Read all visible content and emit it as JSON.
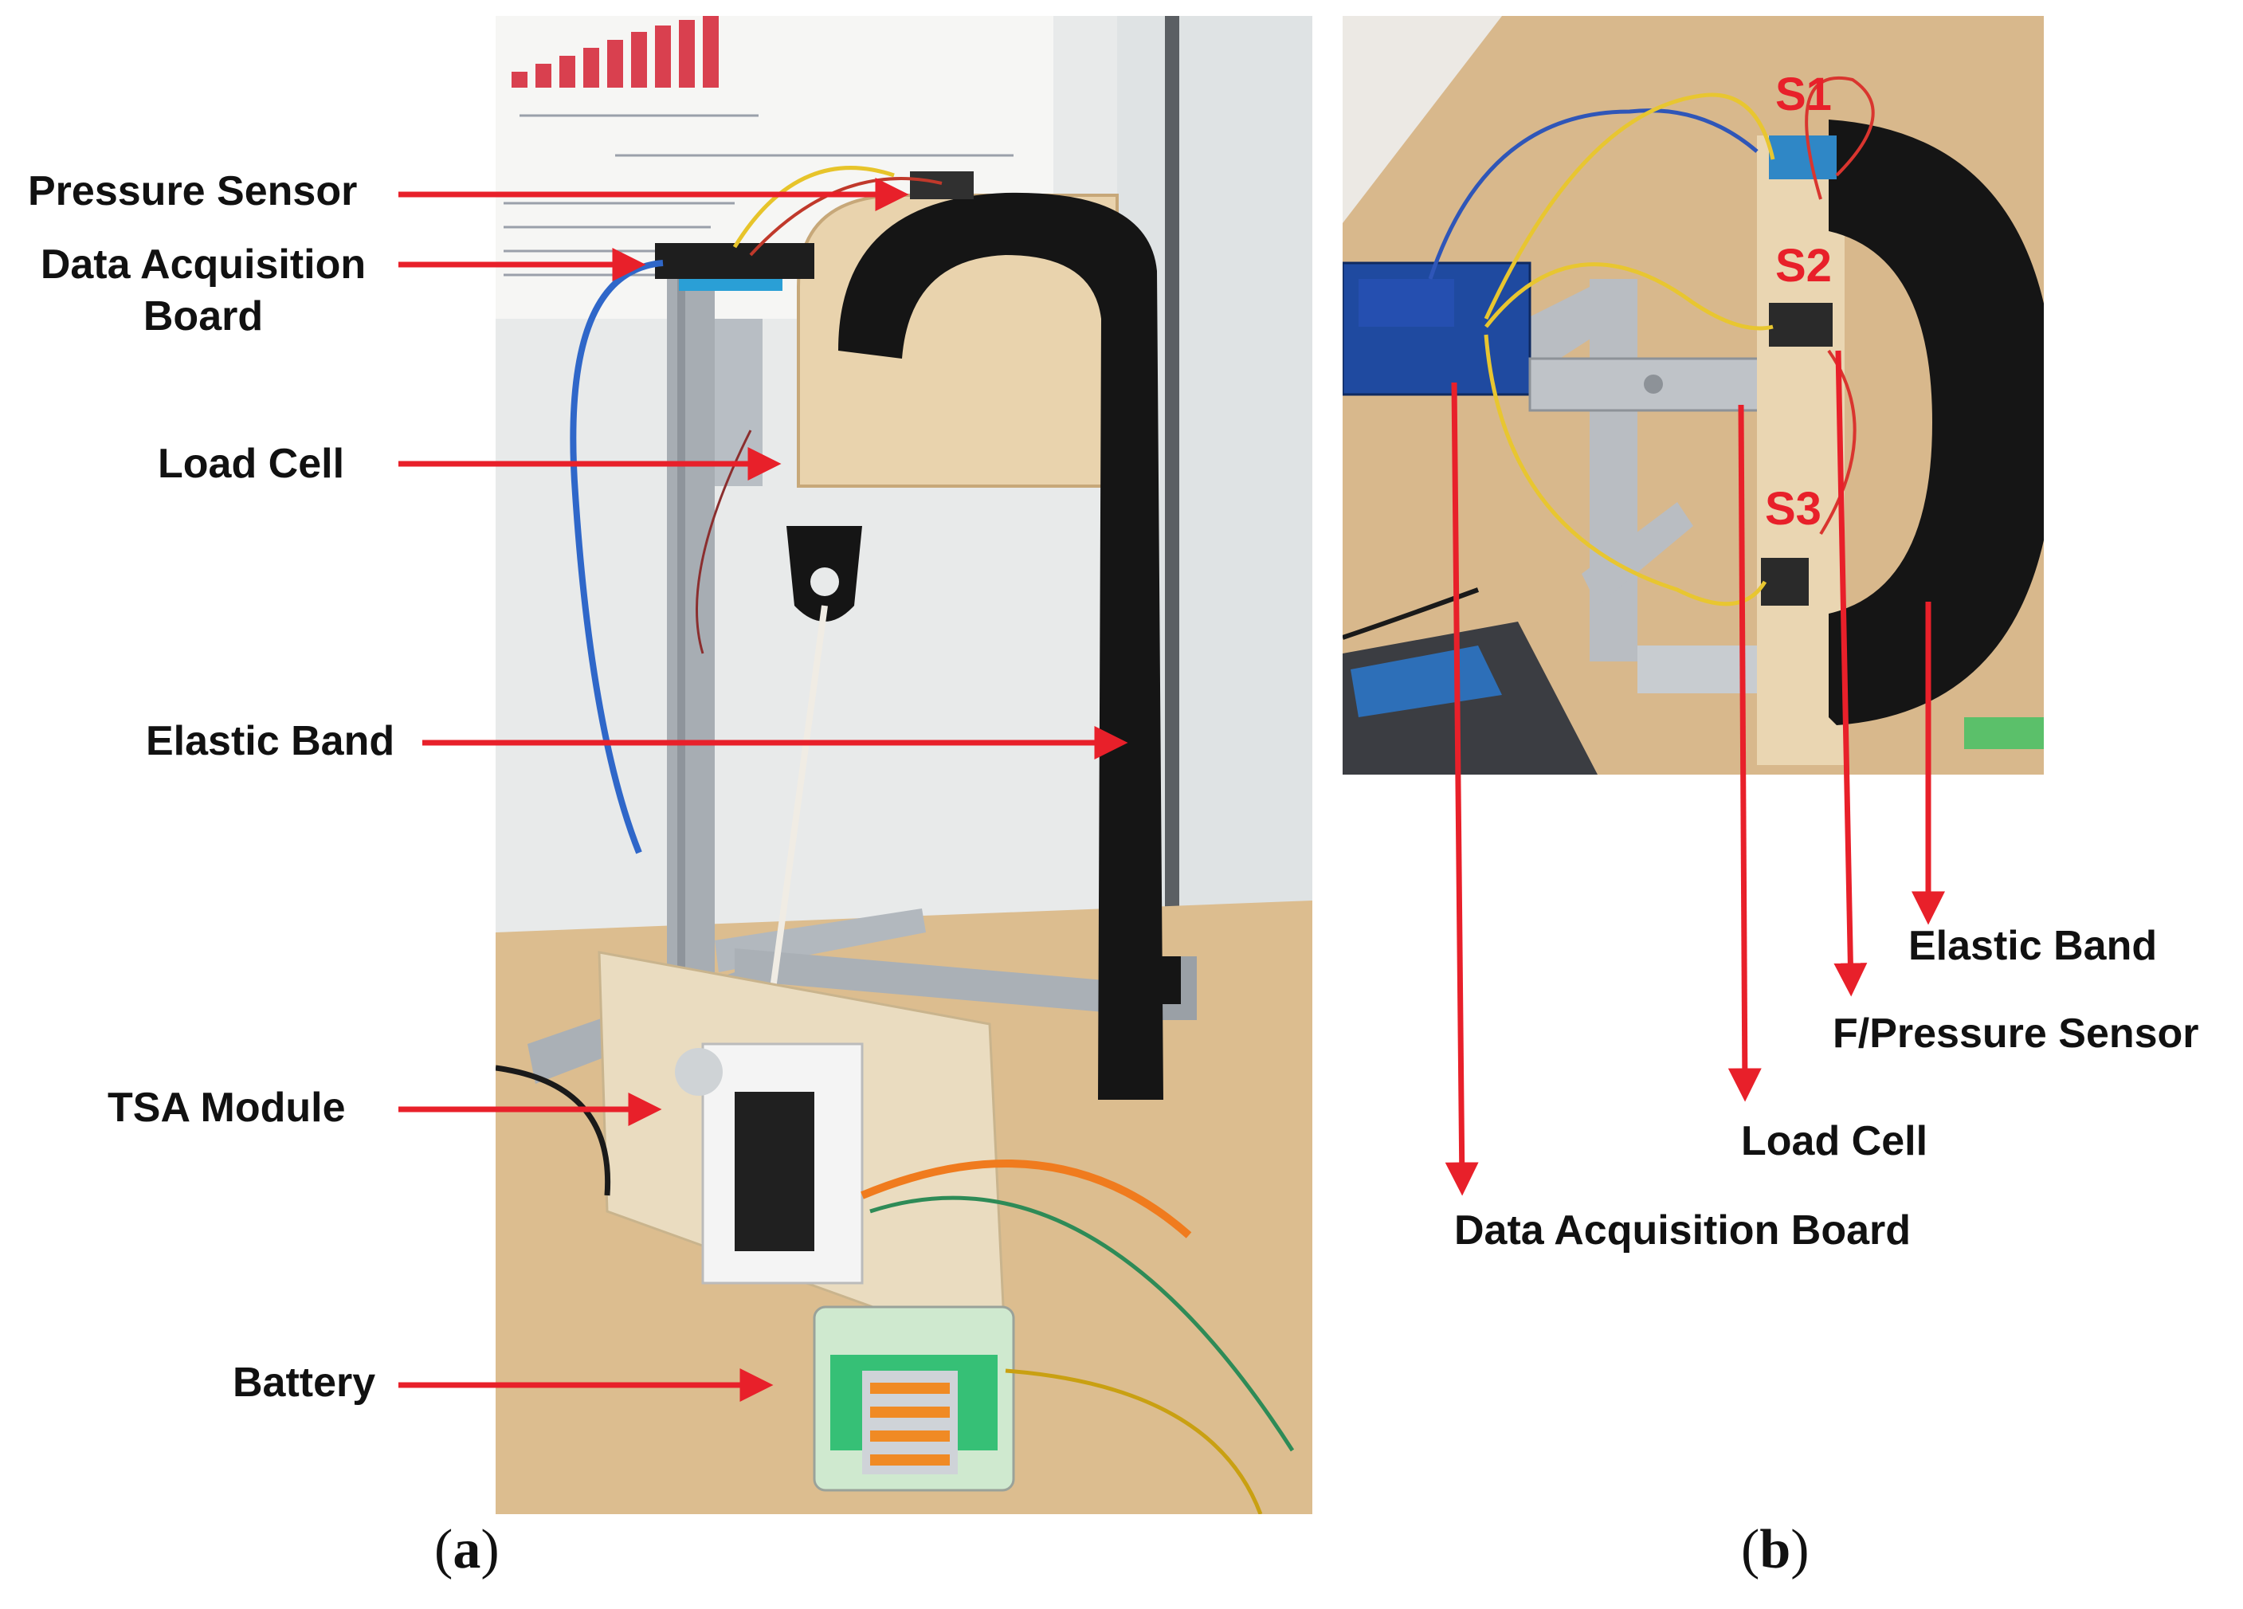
{
  "colors": {
    "arrow": "#e8202a",
    "label_text": "#111111",
    "sensor_tag": "#e8202a",
    "elastic_band": "#141414",
    "frame": "#a7adb3",
    "desk": "#dcbd8f",
    "wood": "#e9d3ad"
  },
  "panel_a": {
    "labels": {
      "pressure_sensor": "Pressure Sensor",
      "data_acquisition_line1": "Data Acquisition",
      "data_acquisition_line2": "Board",
      "load_cell": "Load Cell",
      "elastic_band": "Elastic Band",
      "tsa_module": "TSA Module",
      "battery": "Battery"
    },
    "caption": {
      "open": "(",
      "letter": "a",
      "close": ")"
    }
  },
  "panel_b": {
    "sensor_tags": {
      "s1": "S1",
      "s2": "S2",
      "s3": "S3"
    },
    "labels": {
      "elastic_band": "Elastic Band",
      "f_pressure_sensor": "F/Pressure Sensor",
      "load_cell": "Load Cell",
      "data_acquisition_board": "Data Acquisition Board"
    },
    "caption": {
      "open": "(",
      "letter": "b",
      "close": ")"
    }
  }
}
